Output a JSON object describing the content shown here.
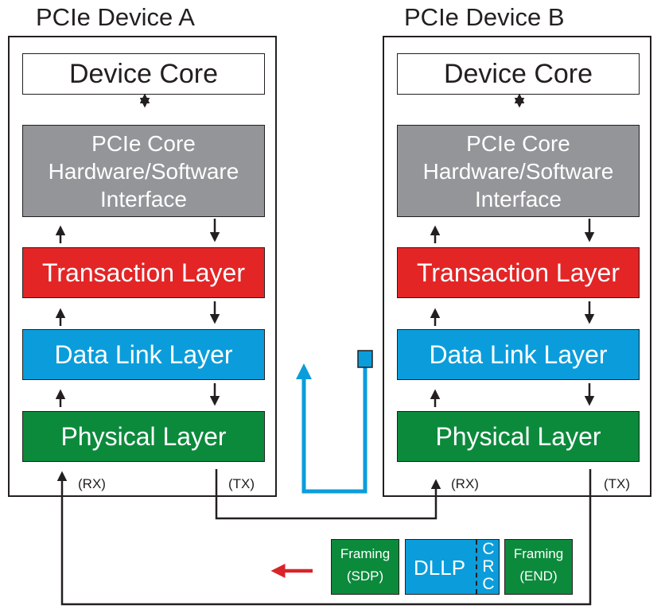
{
  "device_a": {
    "title": "PCIe Device A",
    "device_core": "Device Core",
    "interface_lines": [
      "PCIe Core",
      "Hardware/Software",
      "Interface"
    ],
    "transaction_layer": "Transaction Layer",
    "data_link_layer": "Data Link Layer",
    "physical_layer": "Physical Layer",
    "rx_label": "(RX)",
    "tx_label": "(TX)"
  },
  "device_b": {
    "title": "PCIe Device B",
    "device_core": "Device Core",
    "interface_lines": [
      "PCIe Core",
      "Hardware/Software",
      "Interface"
    ],
    "transaction_layer": "Transaction Layer",
    "data_link_layer": "Data Link Layer",
    "physical_layer": "Physical Layer",
    "rx_label": "(RX)",
    "tx_label": "(TX)"
  },
  "packet": {
    "framing_start_lines": [
      "Framing",
      "(SDP)"
    ],
    "dllp": "DLLP",
    "crc_letters": [
      "C",
      "R",
      "C"
    ],
    "framing_end_lines": [
      "Framing",
      "(END)"
    ]
  },
  "colors": {
    "transaction": "#e32526",
    "data_link": "#0b9ddb",
    "physical": "#0c8a3c",
    "interface": "#939598",
    "direction_arrow": "#d7242a",
    "line": "#231f20"
  }
}
